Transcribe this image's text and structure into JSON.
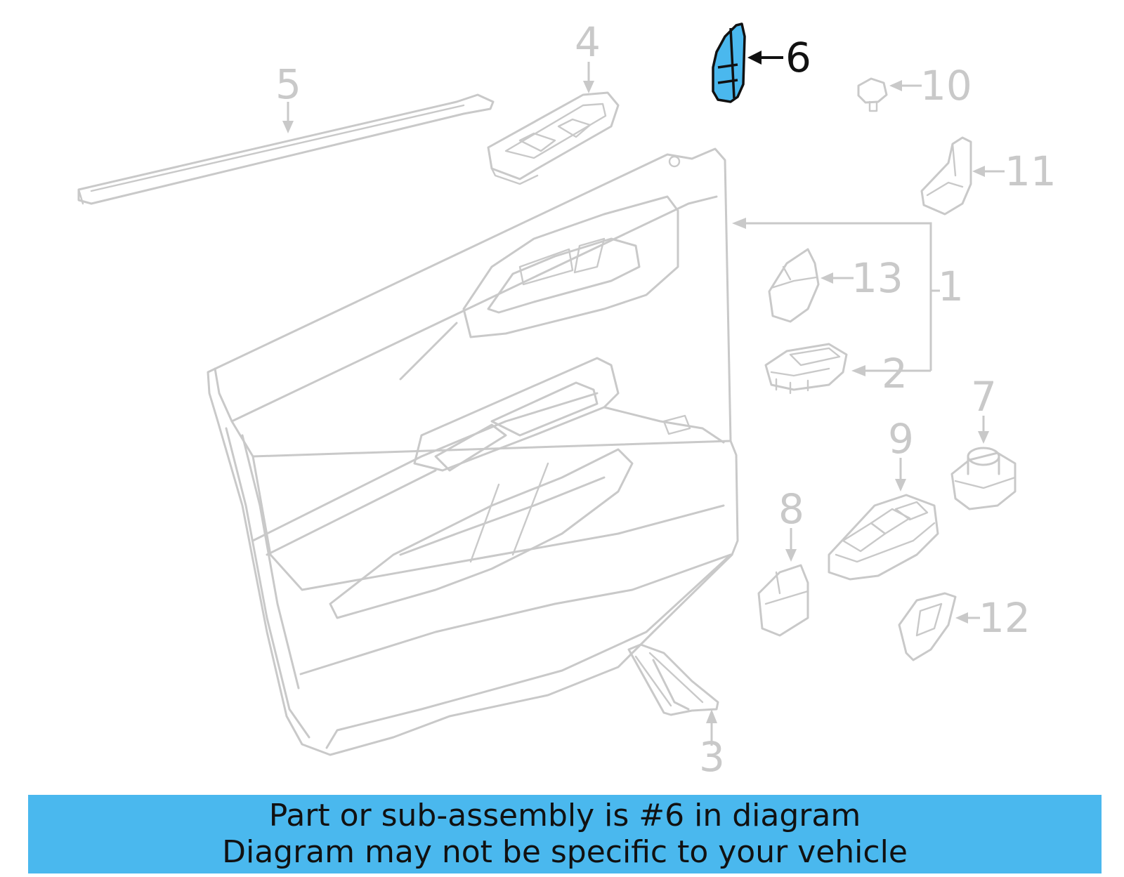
{
  "diagram": {
    "highlight_color": "#4ab8ee",
    "callouts": [
      {
        "id": "1",
        "label": "1"
      },
      {
        "id": "2",
        "label": "2"
      },
      {
        "id": "3",
        "label": "3"
      },
      {
        "id": "4",
        "label": "4"
      },
      {
        "id": "5",
        "label": "5"
      },
      {
        "id": "6",
        "label": "6",
        "highlighted": true
      },
      {
        "id": "7",
        "label": "7"
      },
      {
        "id": "8",
        "label": "8"
      },
      {
        "id": "9",
        "label": "9"
      },
      {
        "id": "10",
        "label": "10"
      },
      {
        "id": "11",
        "label": "11"
      },
      {
        "id": "12",
        "label": "12"
      },
      {
        "id": "13",
        "label": "13"
      }
    ]
  },
  "footer": {
    "line1": "Part or sub-assembly is #6 in diagram",
    "line2": "Diagram may not be specific to your vehicle",
    "background": "#4ab8ee"
  }
}
